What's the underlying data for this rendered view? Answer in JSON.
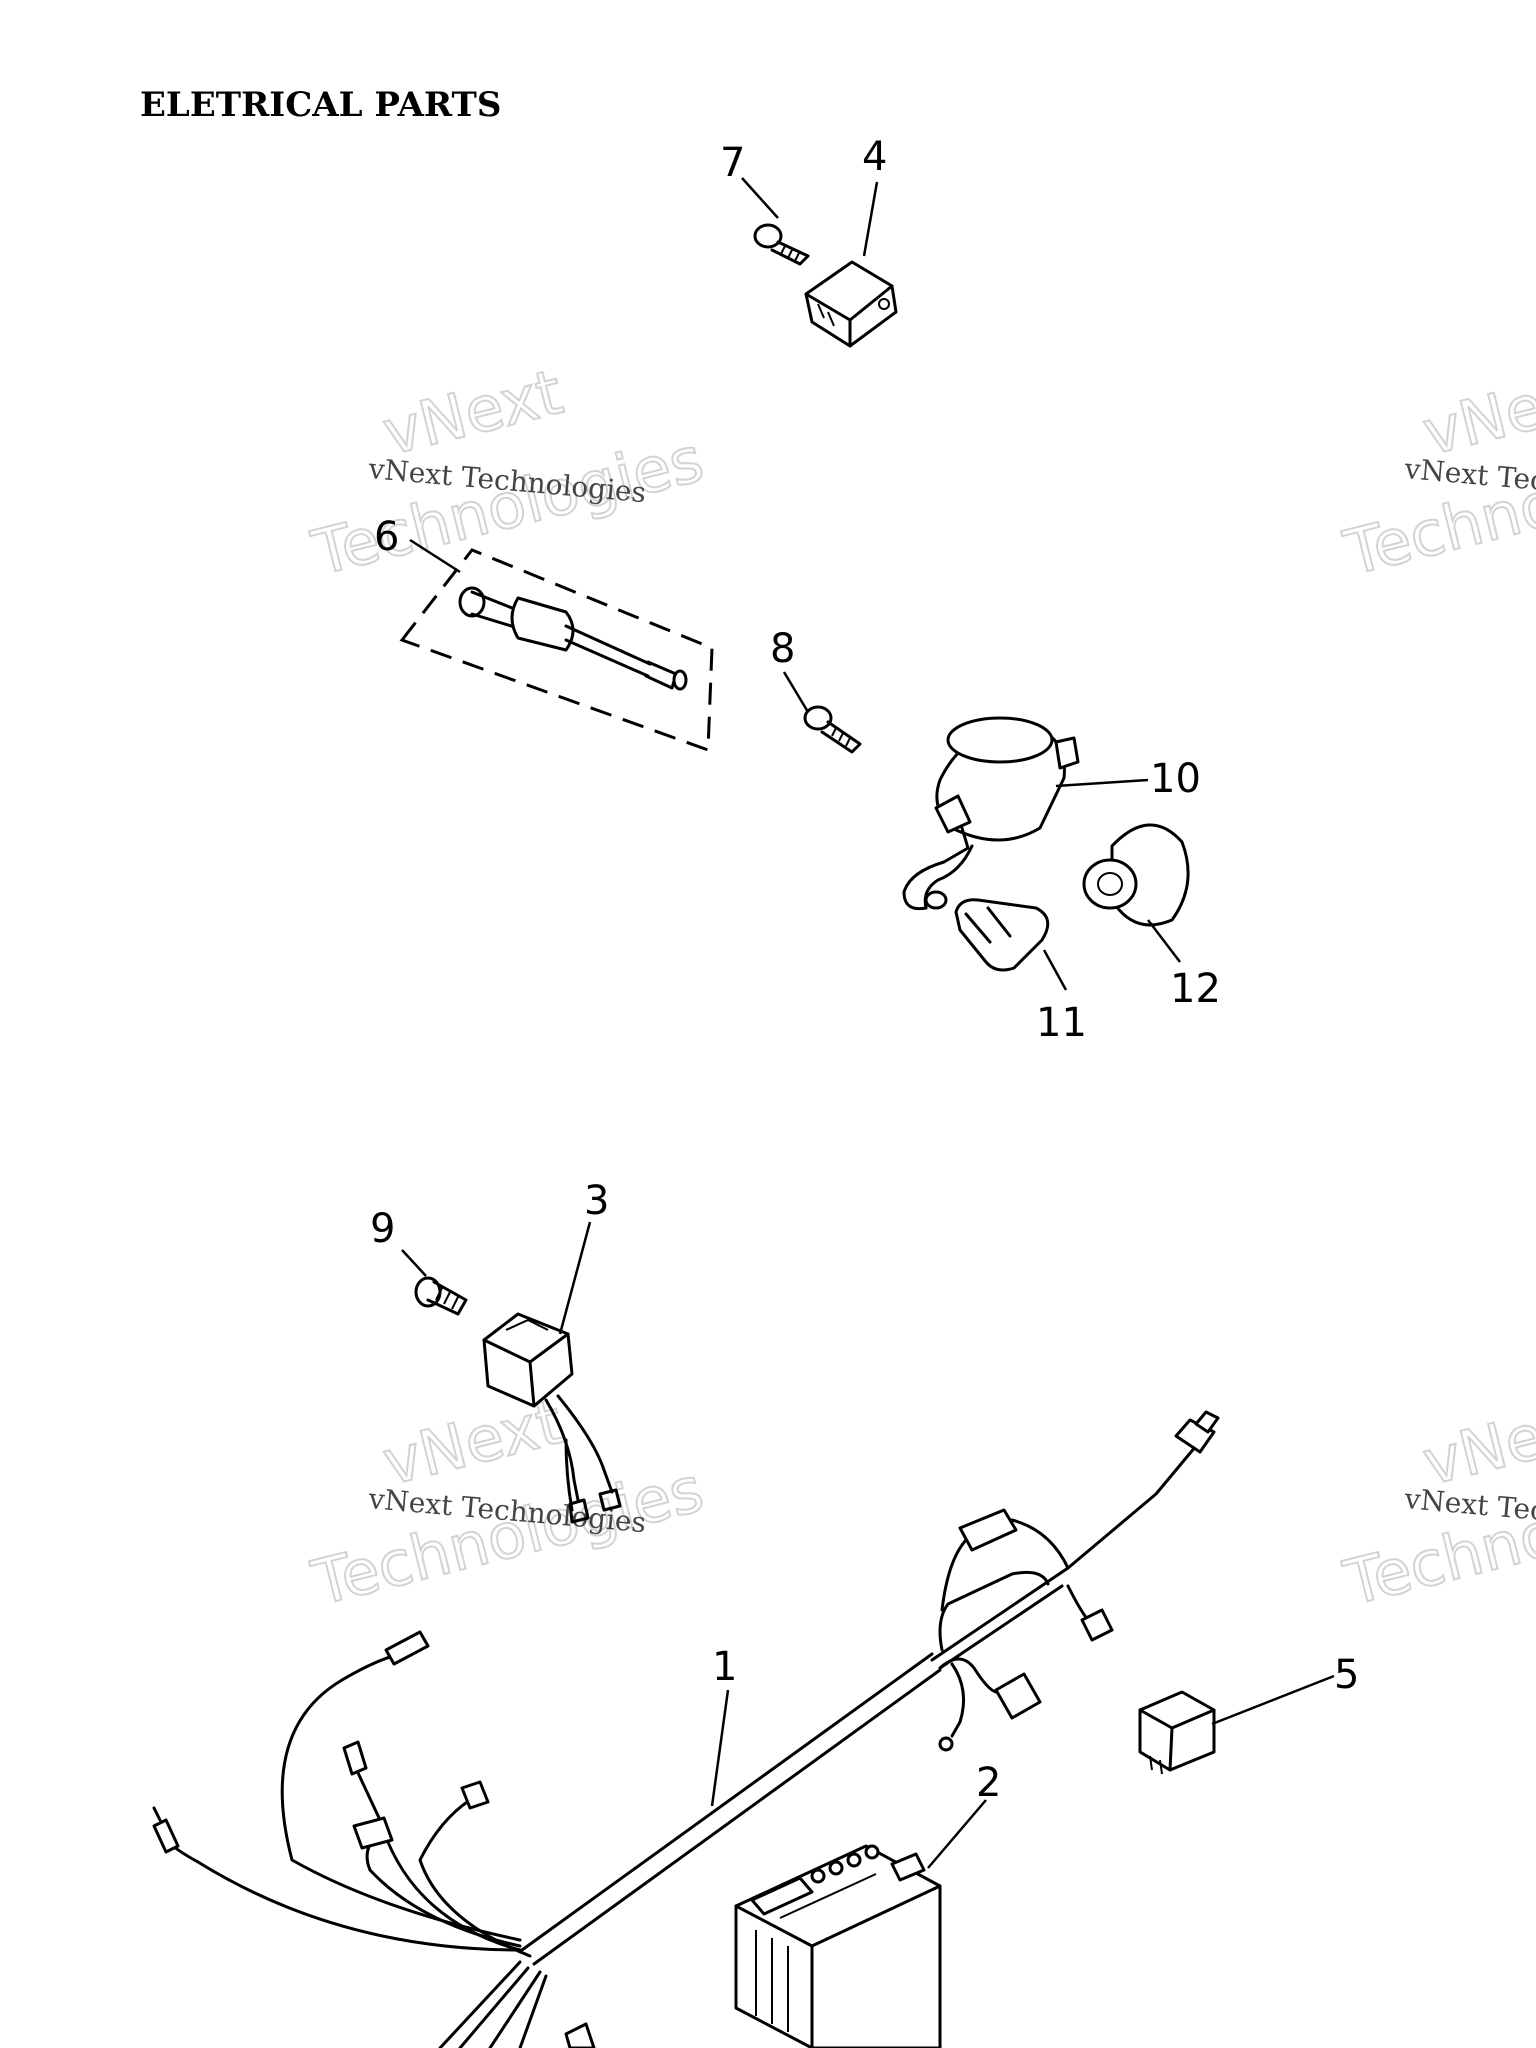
{
  "title": "ELETRICAL PARTS",
  "watermark": {
    "line1": "vNext Technologies",
    "word1": "vNext",
    "word2": "Technologies"
  },
  "callouts": {
    "c1": "1",
    "c2": "2",
    "c3": "3",
    "c4": "4",
    "c5": "5",
    "c6": "6",
    "c7": "7",
    "c8": "8",
    "c9": "9",
    "c10": "10",
    "c11": "11",
    "c12": "12"
  }
}
